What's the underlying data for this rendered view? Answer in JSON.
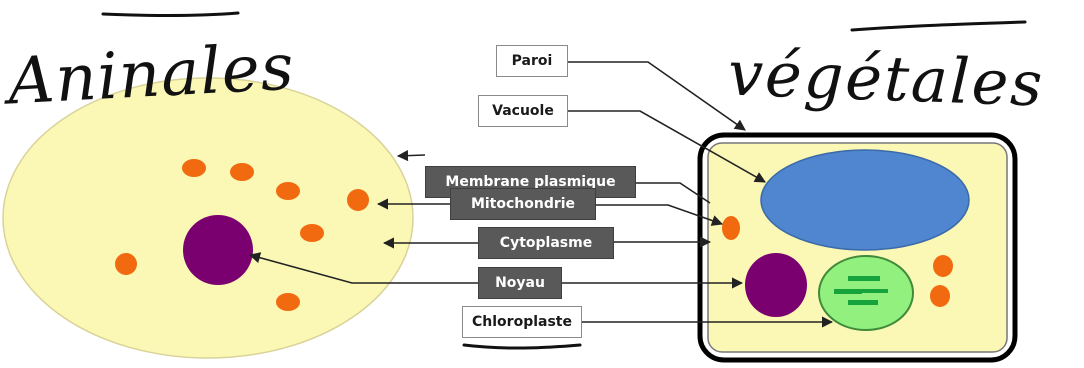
{
  "headings": {
    "animal": "Aninales",
    "vegetal": "végétales"
  },
  "labels": {
    "paroi": "Paroi",
    "vacuole": "Vacuole",
    "membrane": "Membrane plasmique",
    "mitochondrie": "Mitochondrie",
    "cytoplasme": "Cytoplasme",
    "noyau": "Noyau",
    "chloroplaste": "Chloroplaste"
  },
  "colors": {
    "cytoplasm": "#fbf7b4",
    "nucleus": "#7b006f",
    "mitochondria": "#f26a10",
    "vacuole": "#4f86cf",
    "chloroplast": "#92f07e",
    "thylakoid": "#16a33c",
    "dark_label": "#595959",
    "ink": "#111111"
  }
}
